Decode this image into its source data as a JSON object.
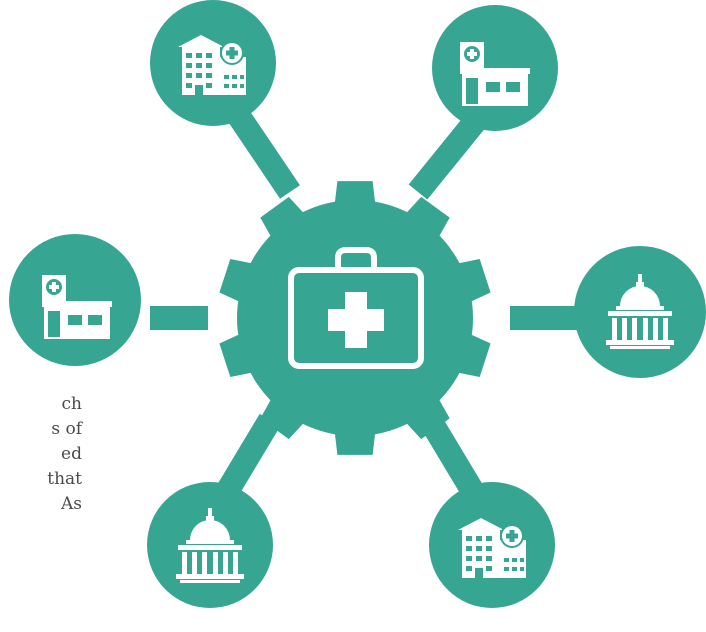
{
  "colors": {
    "teal": "#36a592",
    "white": "#ffffff",
    "text": "#4a4a4a"
  },
  "hub": {
    "icon": "medical-kit-icon"
  },
  "nodes": [
    {
      "icon": "hospital-building-icon"
    },
    {
      "icon": "clinic-building-icon"
    },
    {
      "icon": "clinic-building-icon"
    },
    {
      "icon": "capitol-building-icon"
    },
    {
      "icon": "capitol-building-icon"
    },
    {
      "icon": "hospital-building-icon"
    }
  ],
  "side_text": {
    "lines": [
      "ch",
      "s of",
      "ed",
      "that",
      "As"
    ]
  }
}
